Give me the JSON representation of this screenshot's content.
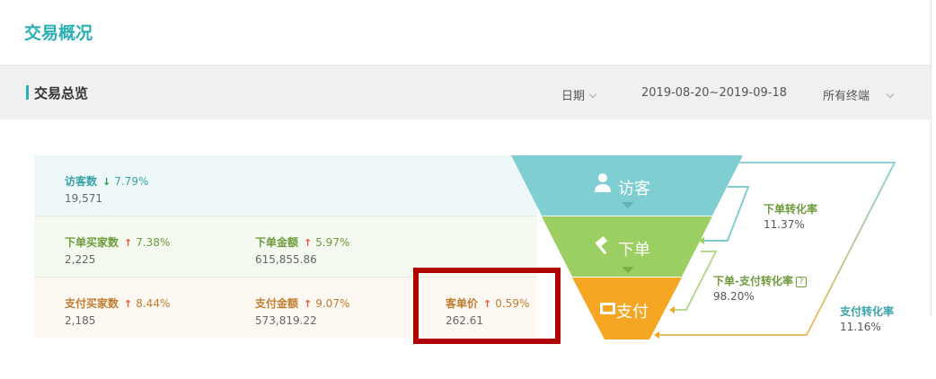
{
  "page": {
    "title": "交易概况"
  },
  "overview": {
    "title": "交易总览",
    "filters": {
      "date_label": "日期",
      "date_range": "2019-08-20~2019-09-18",
      "terminal": "所有终端"
    }
  },
  "metrics": {
    "visitors": {
      "label": "访客数",
      "trend": "down",
      "change": "7.79%",
      "value": "19,571"
    },
    "order_buyers": {
      "label": "下单买家数",
      "trend": "up",
      "change": "7.38%",
      "value": "2,225"
    },
    "order_amount": {
      "label": "下单金额",
      "trend": "up",
      "change": "5.97%",
      "value": "615,855.86"
    },
    "pay_buyers": {
      "label": "支付买家数",
      "trend": "up",
      "change": "8.44%",
      "value": "2,185"
    },
    "pay_amount": {
      "label": "支付金额",
      "trend": "up",
      "change": "9.07%",
      "value": "573,819.22"
    },
    "unit_price": {
      "label": "客单价",
      "trend": "up",
      "change": "0.59%",
      "value": "262.61"
    }
  },
  "funnel": {
    "stages": [
      {
        "label": "访客",
        "icon": "user-icon",
        "color": "#7fcfd2"
      },
      {
        "label": "下单",
        "icon": "gavel-icon",
        "color": "#9ccf62"
      },
      {
        "label": "支付",
        "icon": "wallet-icon",
        "color": "#f5a623"
      }
    ],
    "conversions": {
      "order": {
        "name": "下单转化率",
        "rate": "11.37%"
      },
      "order_to_pay": {
        "name": "下单-支付转化率",
        "help": "?",
        "rate": "98.20%"
      },
      "pay": {
        "name": "支付转化率",
        "rate": "11.16%"
      }
    }
  },
  "colors": {
    "accent": "#2ab0b4",
    "highlight": "#b00000",
    "up": "#e8563d",
    "down": "#1e9a3c"
  }
}
